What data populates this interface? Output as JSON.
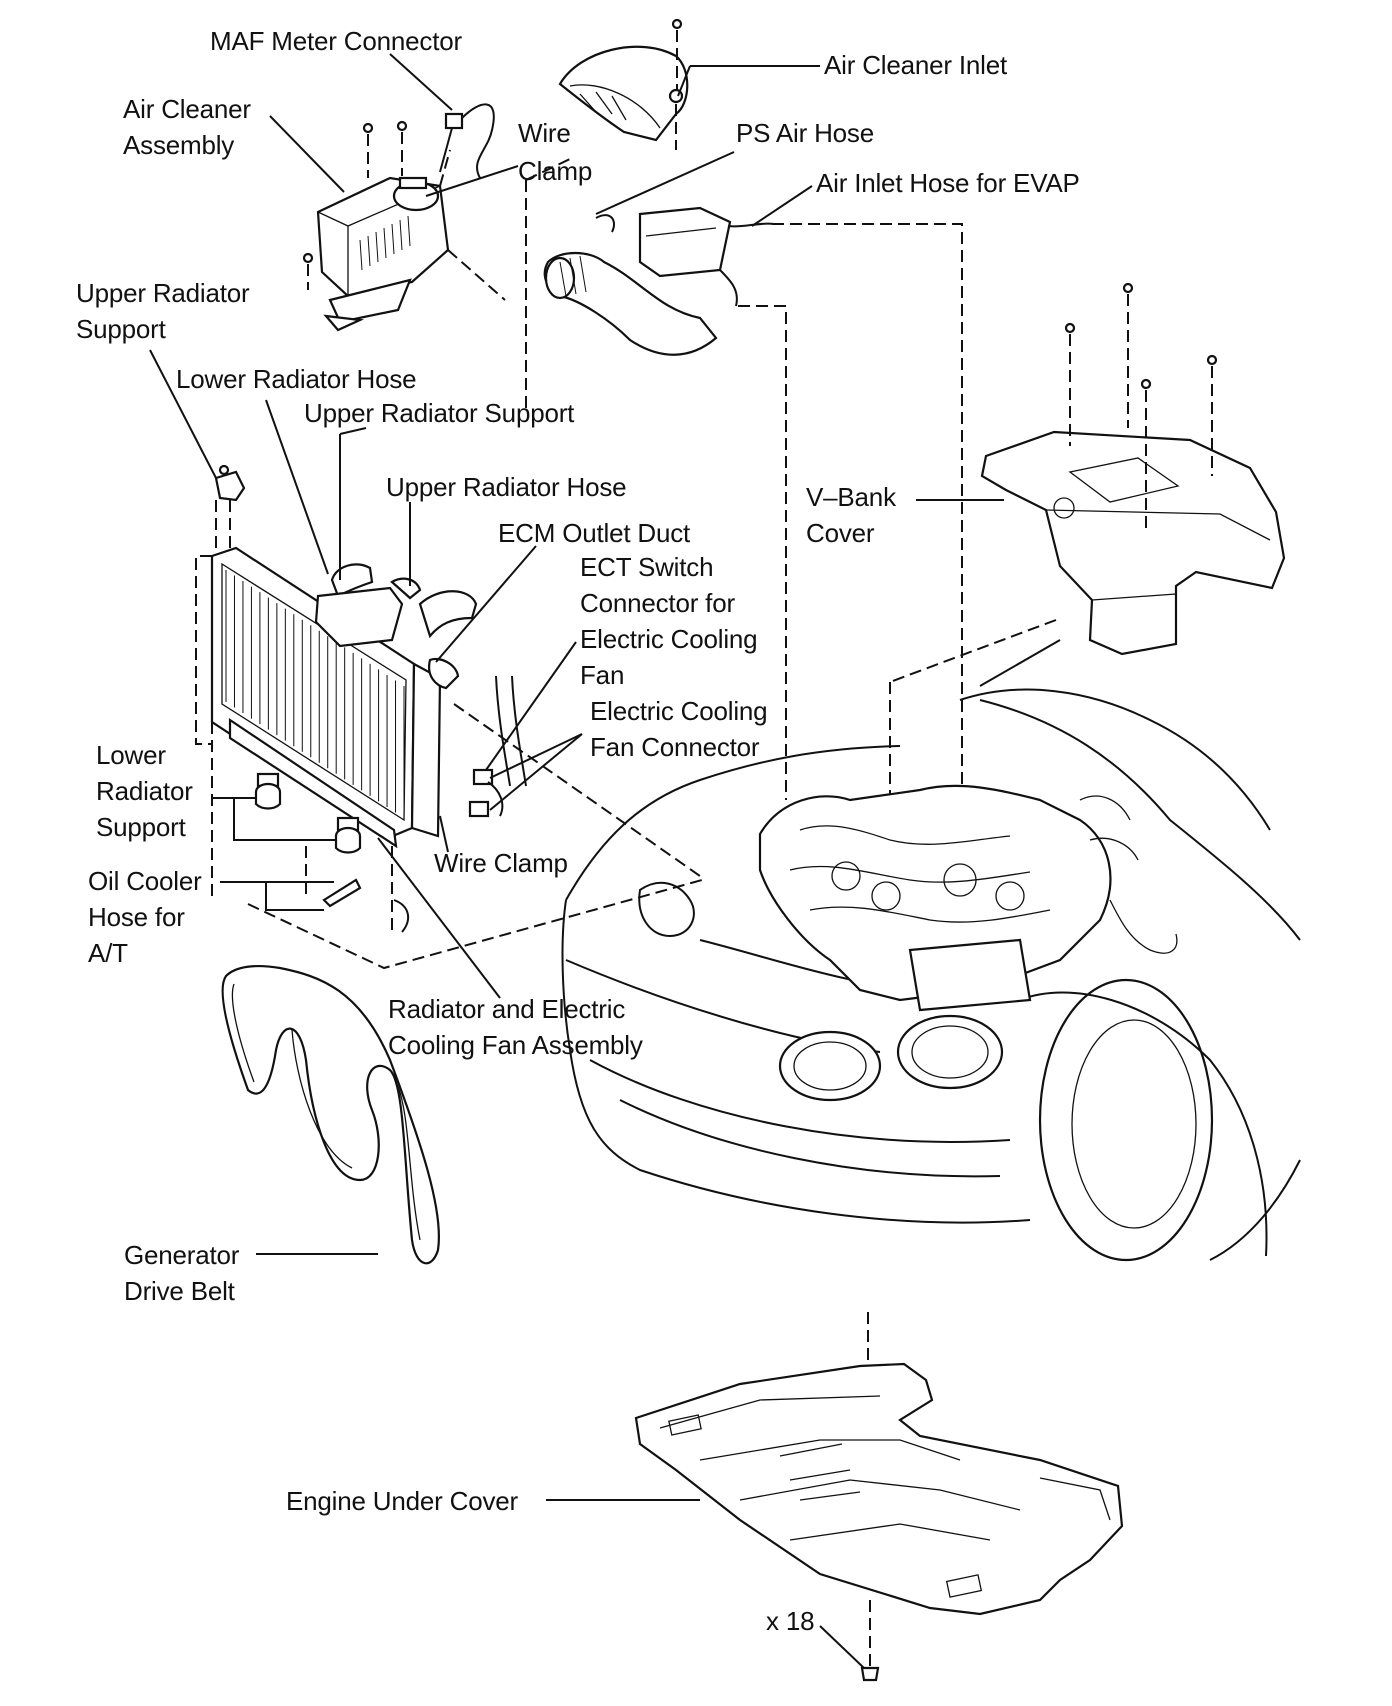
{
  "labels": {
    "maf_meter_connector": "MAF Meter Connector",
    "air_cleaner_assembly_1": "Air Cleaner",
    "air_cleaner_assembly_2": "Assembly",
    "wire_clamp_top_1": "Wire",
    "wire_clamp_top_2": "Clamp",
    "air_cleaner_inlet": "Air Cleaner Inlet",
    "ps_air_hose": "PS Air Hose",
    "air_inlet_hose_evap": "Air Inlet Hose for EVAP",
    "upper_radiator_support_left_1": "Upper Radiator",
    "upper_radiator_support_left_2": "Support",
    "lower_radiator_hose": "Lower Radiator Hose",
    "upper_radiator_support_mid": "Upper Radiator Support",
    "upper_radiator_hose": "Upper Radiator Hose",
    "ecm_outlet_duct": "ECM Outlet Duct",
    "ect_switch_1": "ECT Switch",
    "ect_switch_2": "Connector for",
    "ect_switch_3": "Electric Cooling",
    "ect_switch_4": "Fan",
    "fan_connector_1": "Electric Cooling",
    "fan_connector_2": "Fan Connector",
    "v_bank_cover_1": "V–Bank",
    "v_bank_cover_2": "Cover",
    "lower_radiator_support_1": "Lower",
    "lower_radiator_support_2": "Radiator",
    "lower_radiator_support_3": "Support",
    "oil_cooler_hose_1": "Oil Cooler",
    "oil_cooler_hose_2": "Hose for",
    "oil_cooler_hose_3": "A/T",
    "wire_clamp_bottom": "Wire Clamp",
    "radiator_fan_assembly_1": "Radiator and Electric",
    "radiator_fan_assembly_2": "Cooling Fan Assembly",
    "generator_drive_belt_1": "Generator",
    "generator_drive_belt_2": "Drive Belt",
    "engine_under_cover": "Engine Under Cover",
    "bolt_count": "x 18"
  }
}
